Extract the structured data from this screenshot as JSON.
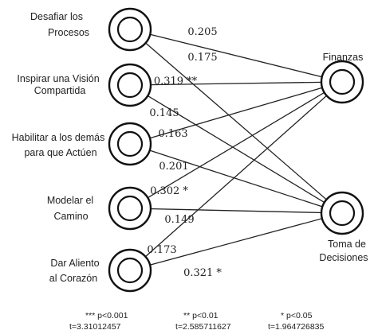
{
  "sources": [
    {
      "id": "s1",
      "lines": [
        "Desafiar los",
        "Procesos"
      ]
    },
    {
      "id": "s2",
      "lines": [
        "Inspirar una Visión",
        "Compartida"
      ]
    },
    {
      "id": "s3",
      "lines": [
        "Habilitar a los demás",
        "para que Actúen"
      ]
    },
    {
      "id": "s4",
      "lines": [
        "Modelar el",
        "Camino"
      ]
    },
    {
      "id": "s5",
      "lines": [
        "Dar Aliento",
        "al Corazón"
      ]
    }
  ],
  "targets": [
    {
      "id": "t1",
      "lines": [
        "Finanzas"
      ]
    },
    {
      "id": "t2",
      "lines": [
        "Toma de",
        "Decisiones"
      ]
    }
  ],
  "edges": [
    {
      "from": "s1",
      "to": "t1",
      "label": "0.205"
    },
    {
      "from": "s1",
      "to": "t2",
      "label": "0.175"
    },
    {
      "from": "s2",
      "to": "t1",
      "label": "0.319 **"
    },
    {
      "from": "s2",
      "to": "t2",
      "label": "0.145"
    },
    {
      "from": "s3",
      "to": "t1",
      "label": "0.163"
    },
    {
      "from": "s3",
      "to": "t2",
      "label": "0.201"
    },
    {
      "from": "s4",
      "to": "t1",
      "label": "0.302 *"
    },
    {
      "from": "s4",
      "to": "t2",
      "label": "0.149"
    },
    {
      "from": "s5",
      "to": "t1",
      "label": "0.173"
    },
    {
      "from": "s5",
      "to": "t2",
      "label": "0.321 *"
    }
  ],
  "footnotes": [
    {
      "sig": "*** p<0.001",
      "t": "t=3.31012457"
    },
    {
      "sig": "** p<0.01",
      "t": "t=2.585711627"
    },
    {
      "sig": "* p<0.05",
      "t": "t=1.964726835"
    }
  ]
}
